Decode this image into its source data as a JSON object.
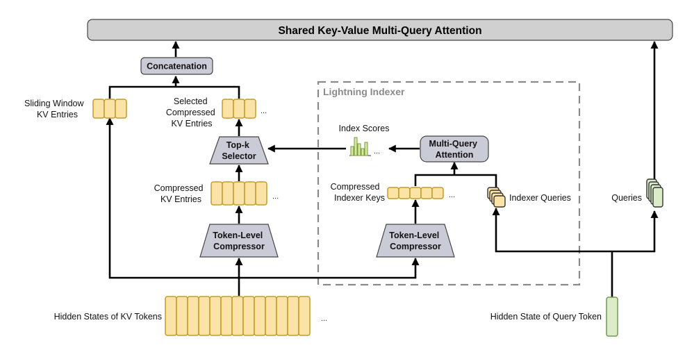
{
  "title": "Shared Key-Value Multi-Query Attention",
  "region_label": "Lightning Indexer",
  "blocks": {
    "concatenation": "Concatenation",
    "topk": [
      "Top-k",
      "Selector"
    ],
    "compressor_left": [
      "Token-Level",
      "Compressor"
    ],
    "compressor_right": [
      "Token-Level",
      "Compressor"
    ],
    "mqa": [
      "Multi-Query",
      "Attention"
    ]
  },
  "labels": {
    "sliding_window": [
      "Sliding Window",
      "KV Entries"
    ],
    "selected_compressed": [
      "Selected",
      "Compressed",
      "KV Entries"
    ],
    "compressed_kv": [
      "Compressed",
      "KV Entries"
    ],
    "index_scores": "Index Scores",
    "compressed_indexer_keys": [
      "Compressed",
      "Indexer Keys"
    ],
    "indexer_queries": "Indexer Queries",
    "queries": "Queries",
    "hidden_kv": "Hidden States of KV Tokens",
    "hidden_query": "Hidden State of Query Token"
  },
  "ellipsis": "...",
  "colors": {
    "kv_fill": "#fbe3a6",
    "kv_stroke": "#c49a2c",
    "query_fill": "#dcebc8",
    "query_stroke": "#6e9a4e",
    "block_fill": "#c9ccd6",
    "title_fill": "#d0d0d0",
    "region_stroke": "#8a8a8a"
  }
}
